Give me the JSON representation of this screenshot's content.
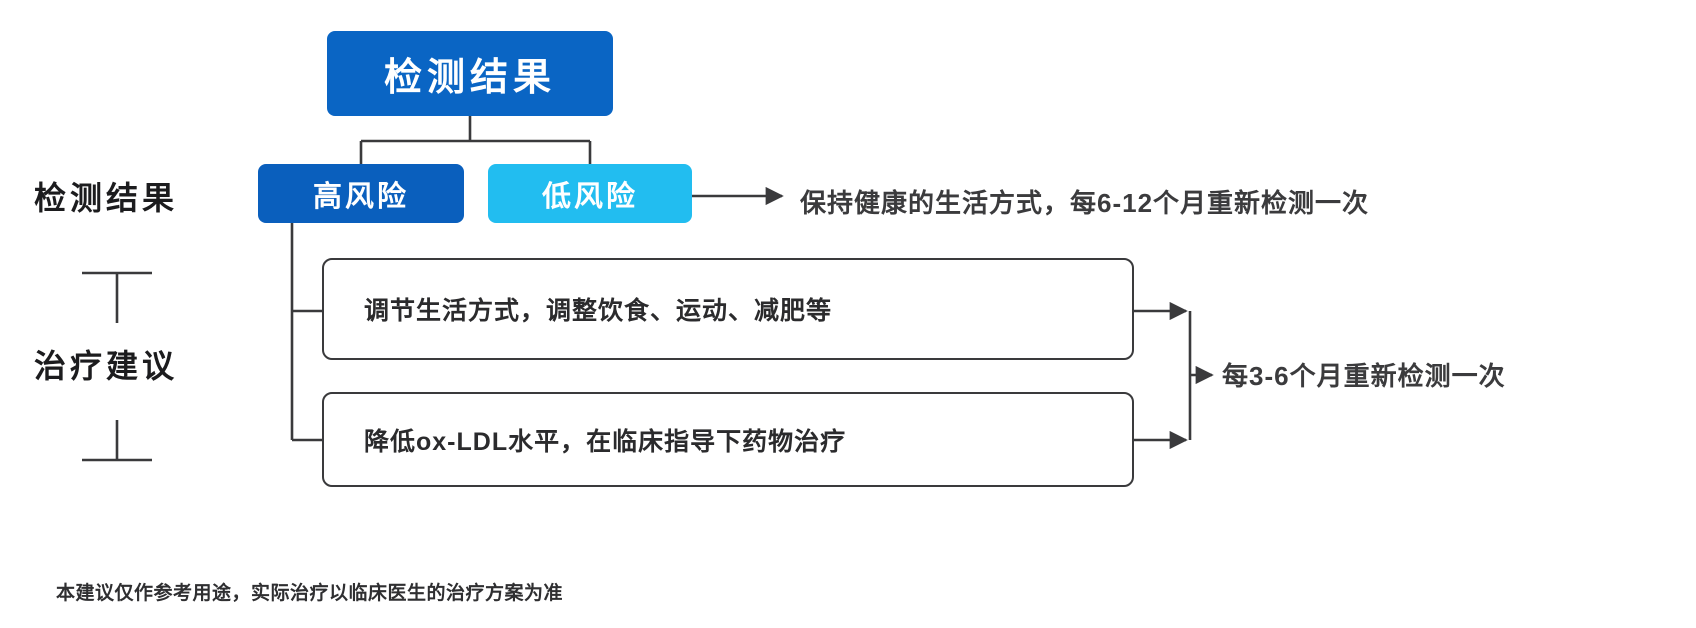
{
  "diagram": {
    "title_node": {
      "label": "检测结果"
    },
    "risk_nodes": [
      {
        "label": "高风险",
        "color": "#0A5FBD"
      },
      {
        "label": "低风险",
        "color": "#22BDF0"
      }
    ],
    "side_labels": [
      {
        "label": "检测结果"
      },
      {
        "label": "治疗建议"
      }
    ],
    "treatment_cards": [
      {
        "label": "调节生活方式，调整饮食、运动、减肥等"
      },
      {
        "label": "降低ox-LDL水平，在临床指导下药物治疗"
      }
    ],
    "flow_texts": {
      "low_risk_note": "保持健康的生活方式，每6-12个月重新检测一次",
      "retest_note": "每3-6个月重新检测一次"
    },
    "disclaimer": "本建议仅作参考用途，实际治疗以临床医生的治疗方案为准",
    "colors": {
      "primary_blue": "#0A65C4",
      "high_risk_blue": "#0A5FBD",
      "low_risk_cyan": "#22BDF0",
      "line_gray": "#3a3a3c",
      "text_dark": "#2b2b2d"
    }
  }
}
